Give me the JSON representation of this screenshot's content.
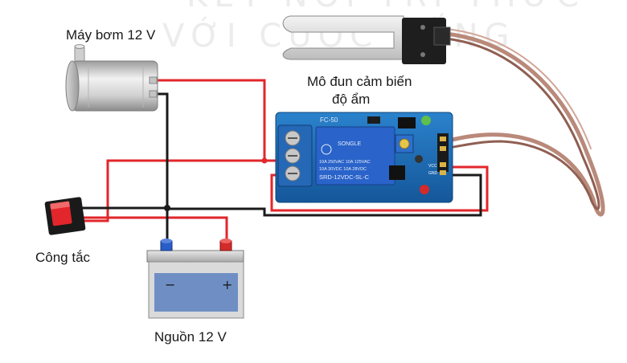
{
  "watermark": {
    "line1": "KẾT NỐI TRI THỨC",
    "line2": "VỚI CUỘC SỐNG"
  },
  "labels": {
    "pump": "Máy bơm 12 V",
    "sensor_line1": "Mô đun cảm biến",
    "sensor_line2": "độ ẩm",
    "switch": "Công tắc",
    "power": "Nguồn 12 V"
  },
  "relay_board": {
    "board_text": "FC-50",
    "relay_brand": "SONGLE",
    "relay_rating_1": "10A 250VAC  10A 125VAC",
    "relay_rating_2": "10A 30VDC  10A 28VDC",
    "relay_model": "SRD-12VDC-SL-C",
    "pin_vcc": "VCC",
    "pin_gnd": "GND"
  },
  "battery": {
    "minus": "−",
    "plus": "+"
  },
  "colors": {
    "wire_red": "#e2262b",
    "wire_black": "#1a1a1a",
    "board_blue": "#1e6fb8",
    "relay_blue": "#2a63c9",
    "battery_blue": "#6f8fc4",
    "sensor_cable": "#b9897a",
    "terminal_red": "#d42a2a",
    "terminal_blue": "#2a5dc9"
  }
}
